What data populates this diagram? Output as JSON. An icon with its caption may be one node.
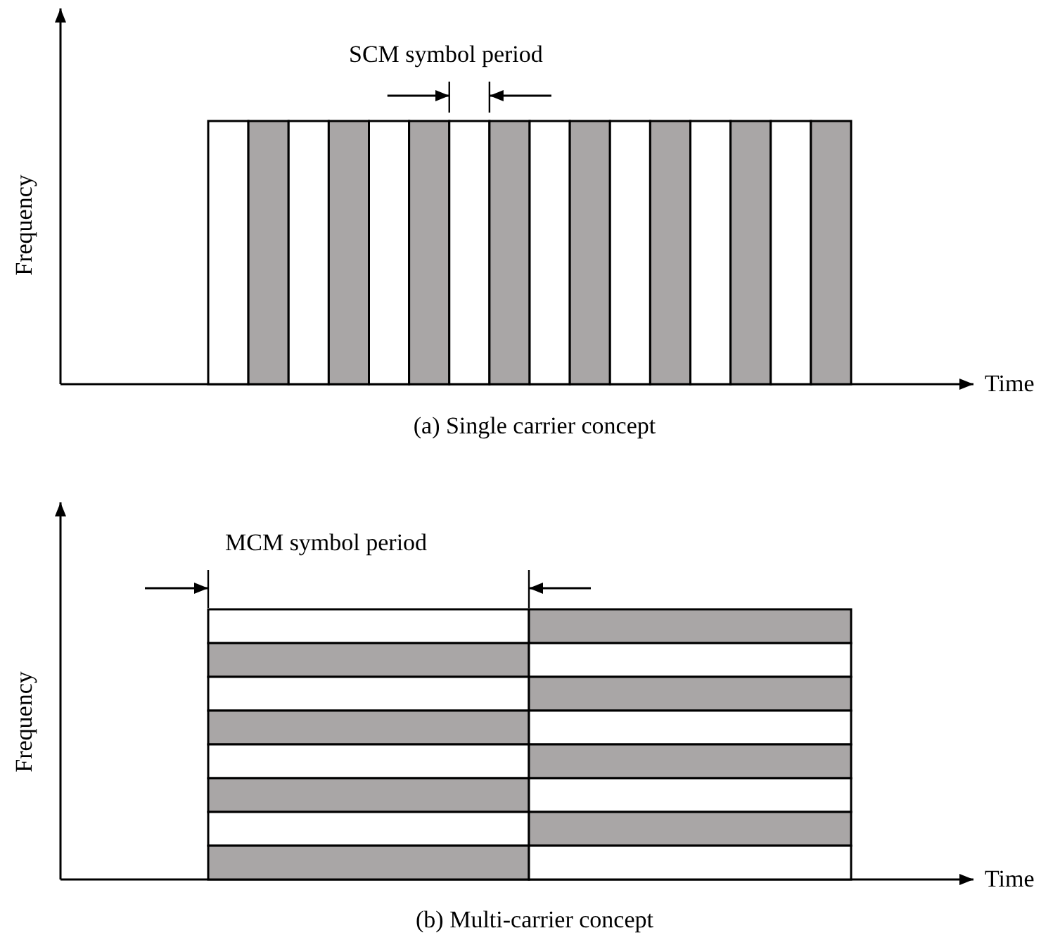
{
  "diagram": {
    "labels": [
      "SCM symbol period",
      "Frequency",
      "Time",
      "(a) Single carrier concept",
      "MCM symbol period",
      "Frequency",
      "Time",
      "(b) Multi-carrier concept"
    ]
  }
}
